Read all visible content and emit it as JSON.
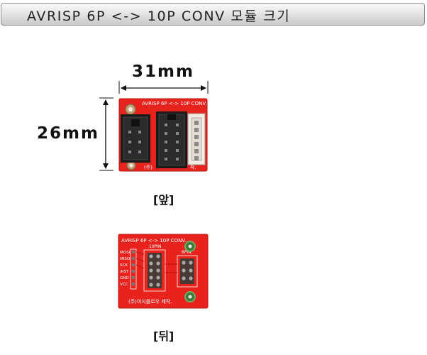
{
  "header": {
    "title": "AVRISP 6P <-> 10P CONV 모듈 크기"
  },
  "dimensions": {
    "width": "31mm",
    "height": "26mm"
  },
  "front": {
    "caption": "[앞]",
    "board_label": "AVRISP 6P <-> 10P CONV.",
    "board_footer_left": "(주)",
    "board_footer_right": "작."
  },
  "back": {
    "caption": "[뒤]",
    "board_label": "AVRISP  6P  <->  10P  CONV.",
    "header_10pin": "10PIN",
    "header_6pin": "6PIN",
    "pins": [
      "MOSI",
      "MISO",
      "SCK",
      "/RST",
      "GND",
      "VCC"
    ],
    "board_footer": "(주)이지플로우 제작."
  },
  "colors": {
    "pcb": "#e8231e",
    "pcb_dark": "#c41610",
    "connector": "#1a1a1a"
  }
}
